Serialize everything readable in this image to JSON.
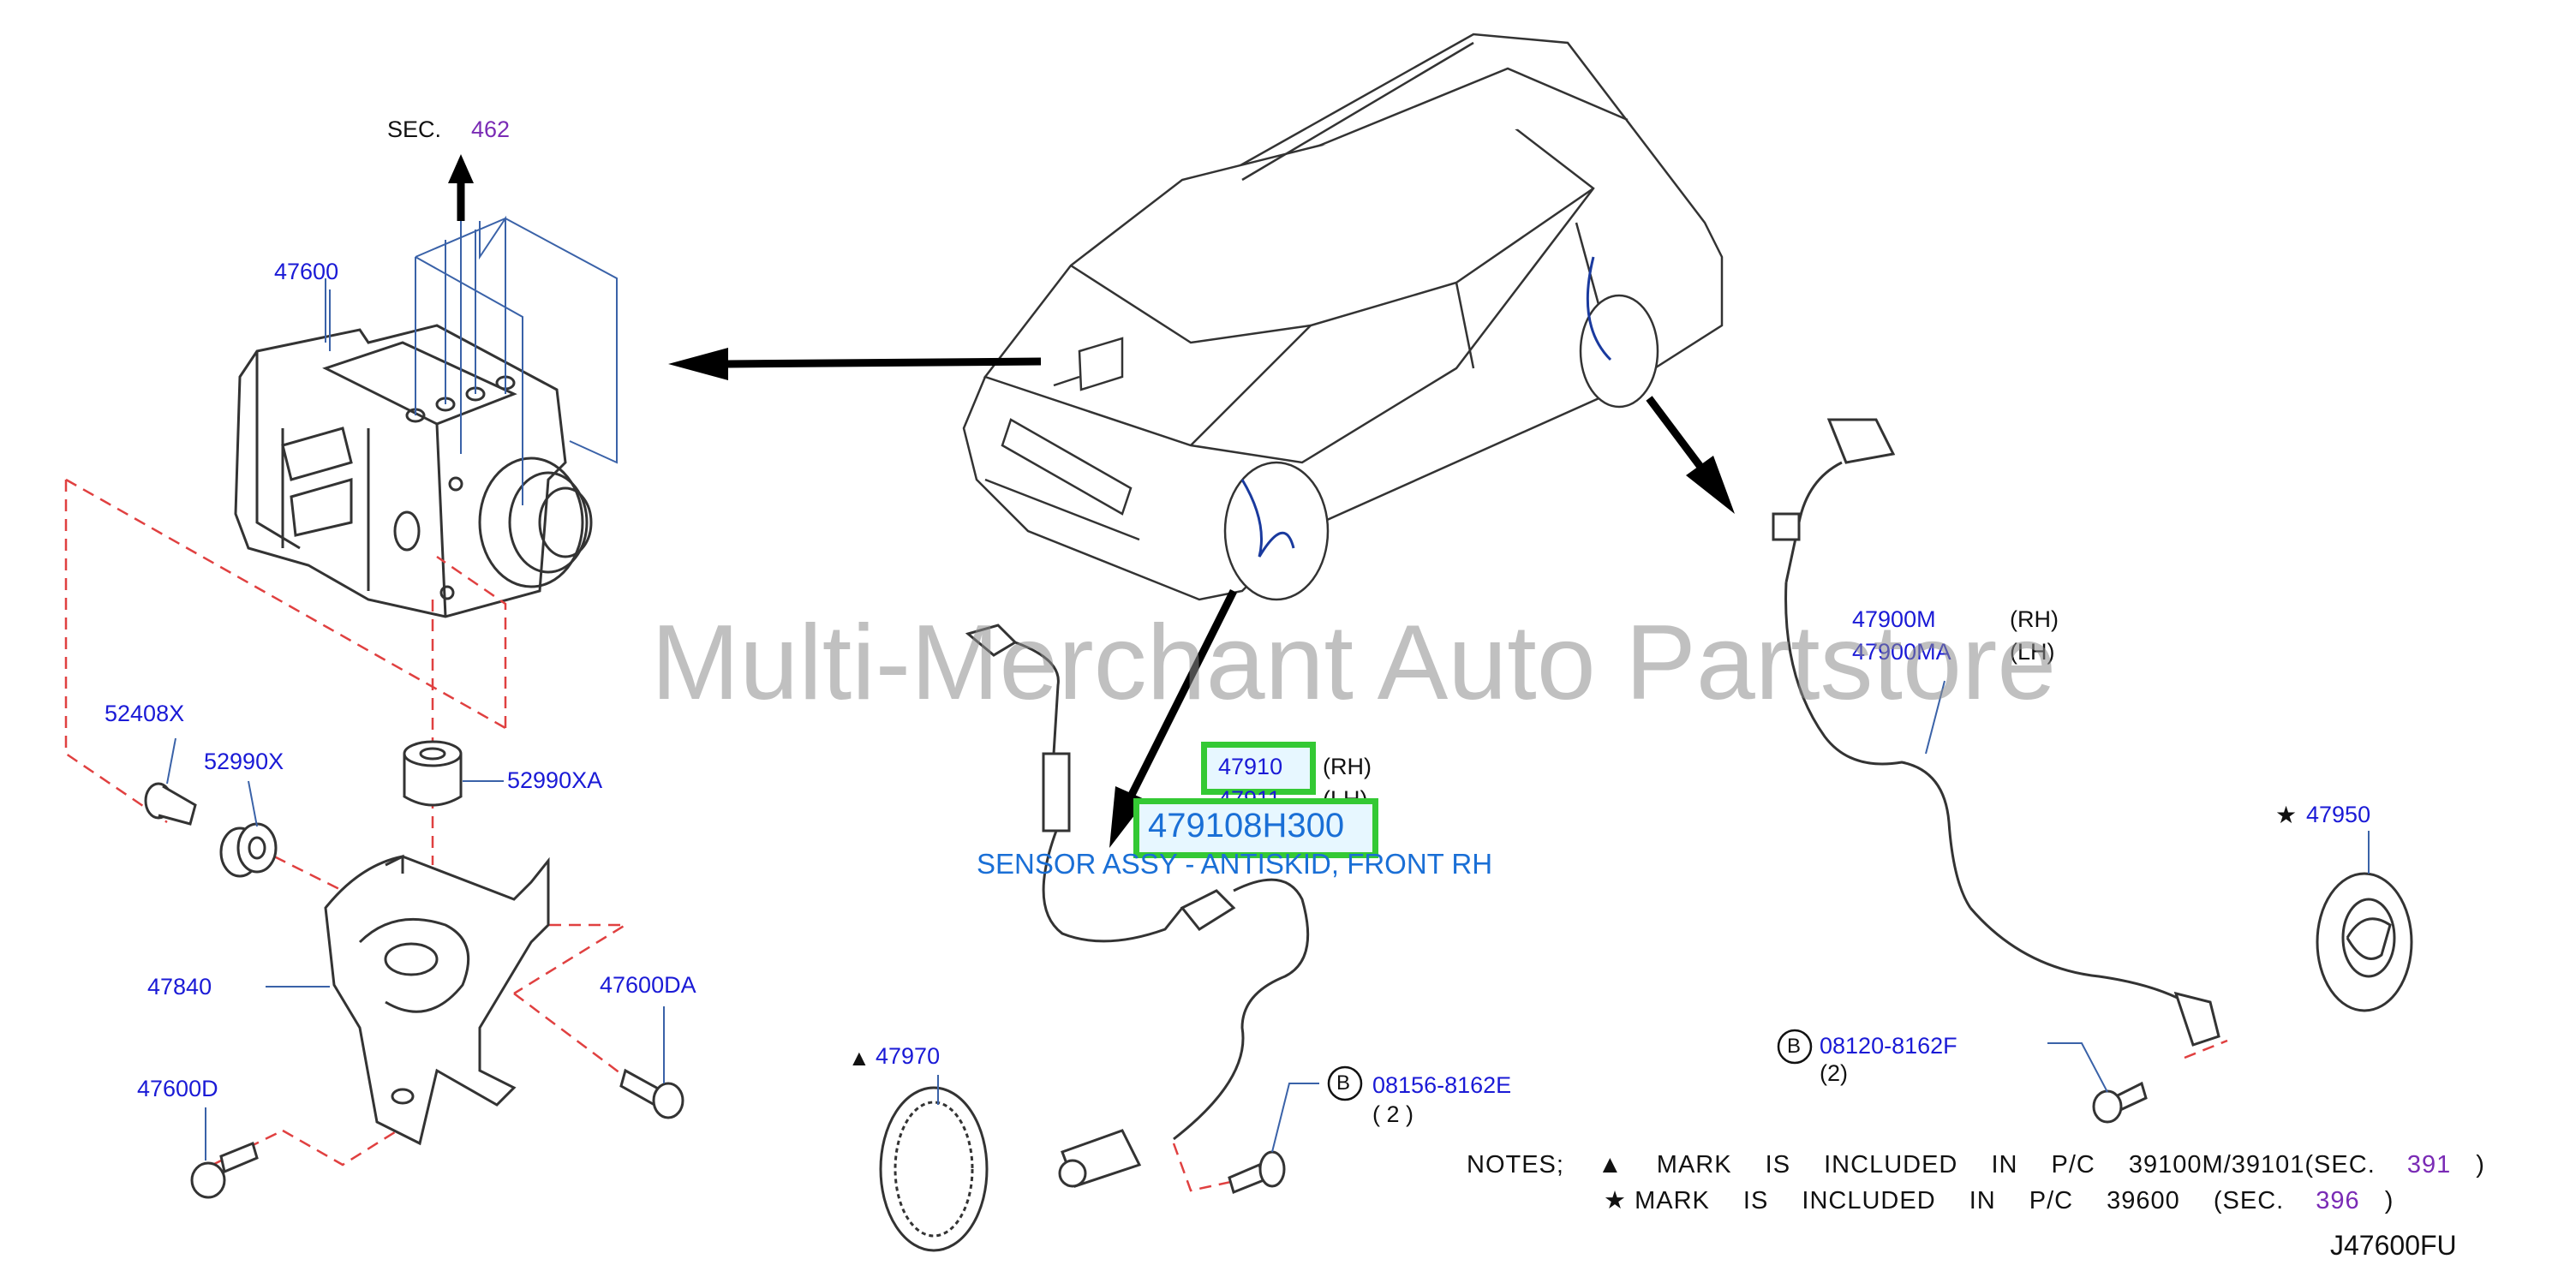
{
  "diagram": {
    "sec_label": "SEC.",
    "sec_ref": "462",
    "parts": {
      "p47600": "47600",
      "p52408x": "52408X",
      "p52990x": "52990X",
      "p52990xa": "52990XA",
      "p47840": "47840",
      "p47600da": "47600DA",
      "p47600d": "47600D",
      "p47970": "47970",
      "p47910": "47910",
      "p47911": "47911",
      "p47900m": "47900M",
      "p47900ma": "47900MA",
      "p47950": "47950",
      "p08156": "08156-8162E",
      "p08120": "08120-8162F"
    },
    "sides": {
      "rh1": "(RH)",
      "lh1": "(LH)",
      "rh2": "(RH)",
      "lh2": "(LH)"
    },
    "qty": {
      "q1": "( 2 )",
      "q2": "(2)"
    },
    "bolt_marker": "B",
    "triangle_mark": "▲",
    "star_mark": "★",
    "highlight_part_number": "479108H300",
    "highlight_description": "SENSOR ASSY - ANTISKID, FRONT RH",
    "watermark": "Multi-Merchant Auto Partstore",
    "notes": {
      "prefix": "NOTES;",
      "line1_words": [
        "MARK",
        "IS",
        "INCLUDED",
        "IN",
        "P/C",
        "39100M/39101(SEC."
      ],
      "line1_ref": "391",
      "line1_end": ")",
      "line2_words": [
        "MARK",
        "IS",
        "INCLUDED",
        "IN",
        "P/C",
        "39600",
        "(SEC."
      ],
      "line2_ref": "396",
      "line2_end": ")"
    },
    "diagram_code": "J47600FU"
  },
  "colors": {
    "part_number": "#1a1ad6",
    "section_ref": "#7a2bb5",
    "highlight_border": "#34c934",
    "highlight_text": "#1a6fd6",
    "leader_line": "#3a62a8",
    "dashed_line": "#e04040"
  }
}
